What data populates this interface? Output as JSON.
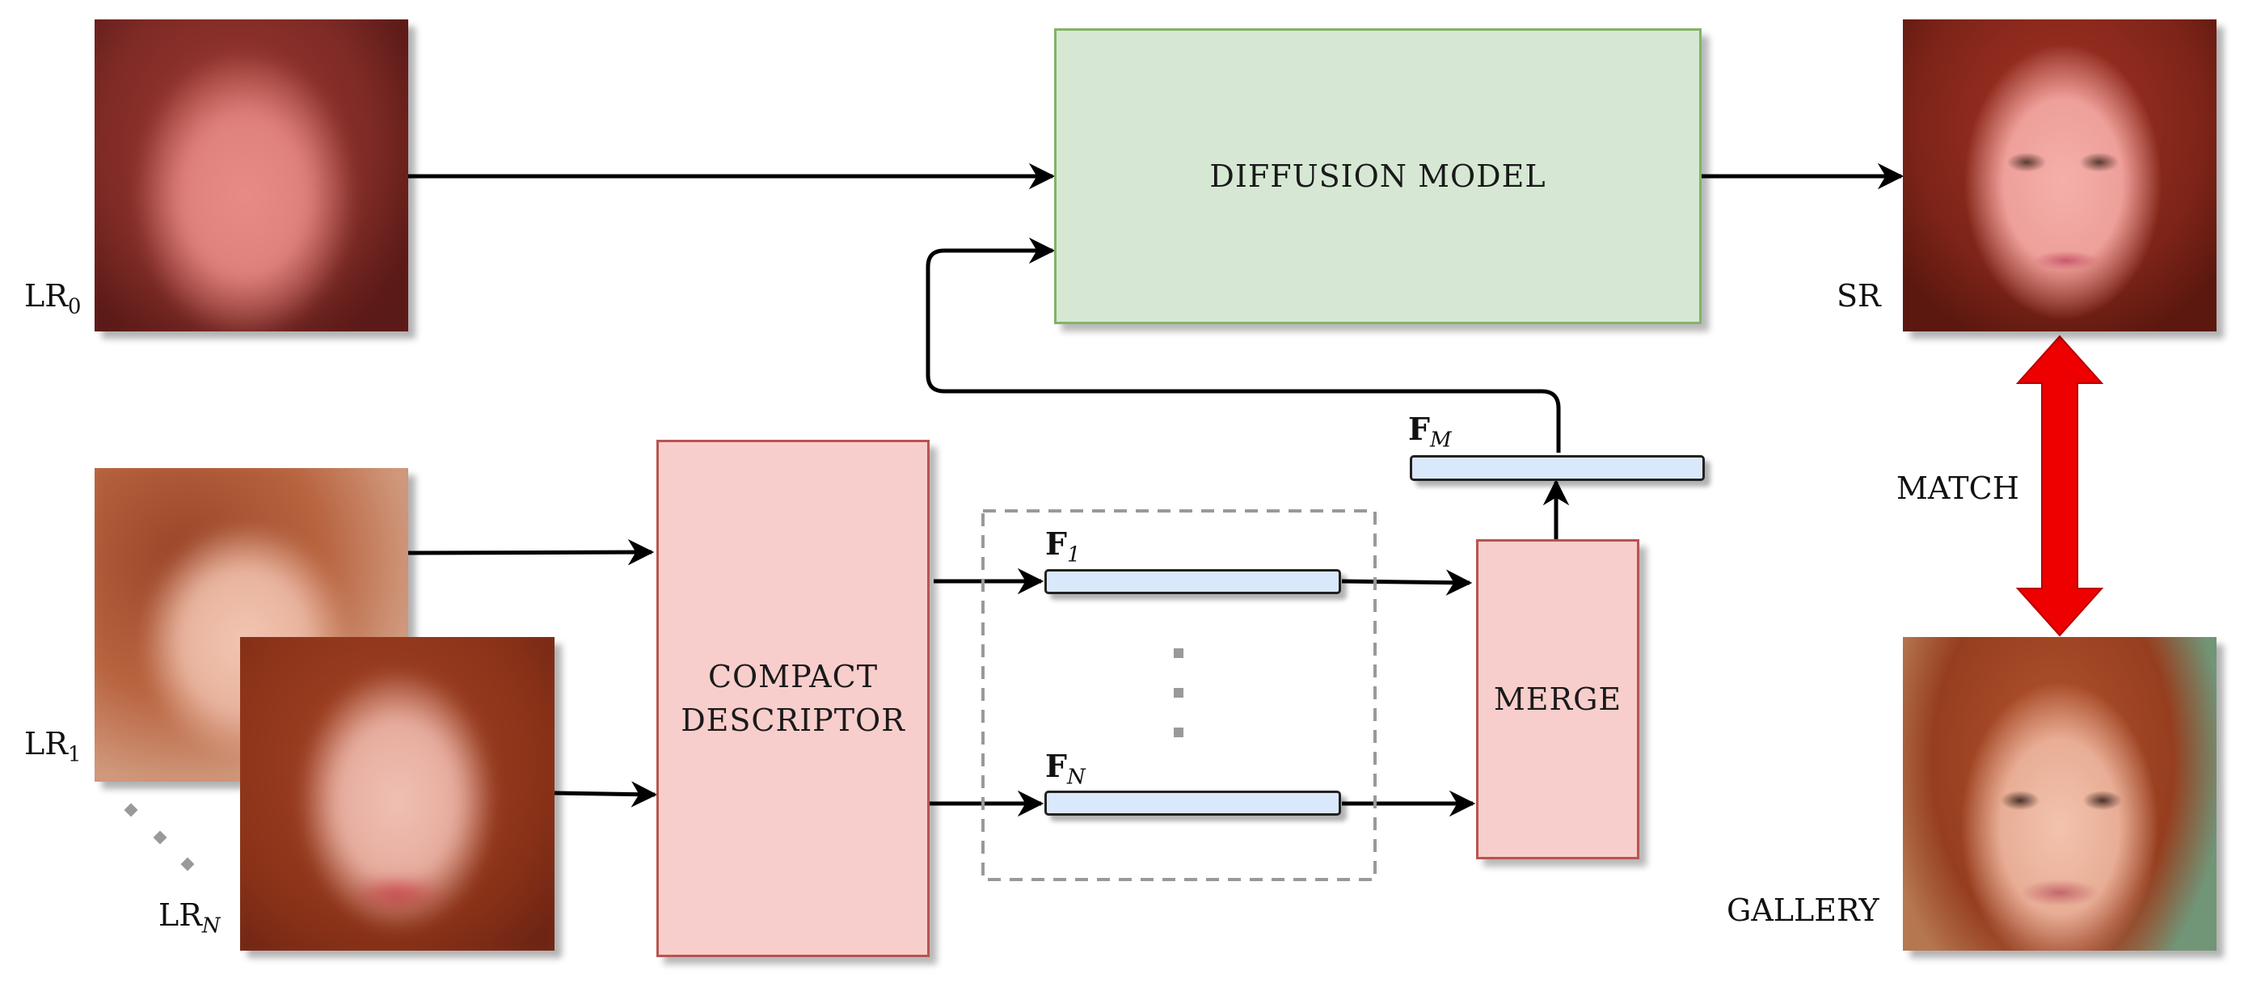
{
  "inputs": {
    "lr0": {
      "sub": "0",
      "label": "LR"
    },
    "lr1": {
      "sub": "1",
      "label": "LR"
    },
    "lrN": {
      "sub": "N",
      "label": "LR"
    }
  },
  "output": {
    "label": "SR"
  },
  "gallery": {
    "label": "GALLERY"
  },
  "match": {
    "label": "MATCH"
  },
  "blocks": {
    "diffusion": "DIFFUSION MODEL",
    "compact_line1": "COMPACT",
    "compact_line2": "DESCRIPTOR",
    "merge": "MERGE"
  },
  "features": {
    "f1": {
      "label": "F",
      "sub": "1"
    },
    "fN": {
      "label": "F",
      "sub": "N"
    },
    "fM": {
      "label": "F",
      "sub": "M"
    }
  },
  "colors": {
    "diffusion_fill": "#d6e8d4",
    "diffusion_border": "#82b366",
    "block_fill": "#f8cecc",
    "block_border": "#b85450",
    "feature_fill": "#dae8fc",
    "match_arrow": "#ee0000"
  }
}
